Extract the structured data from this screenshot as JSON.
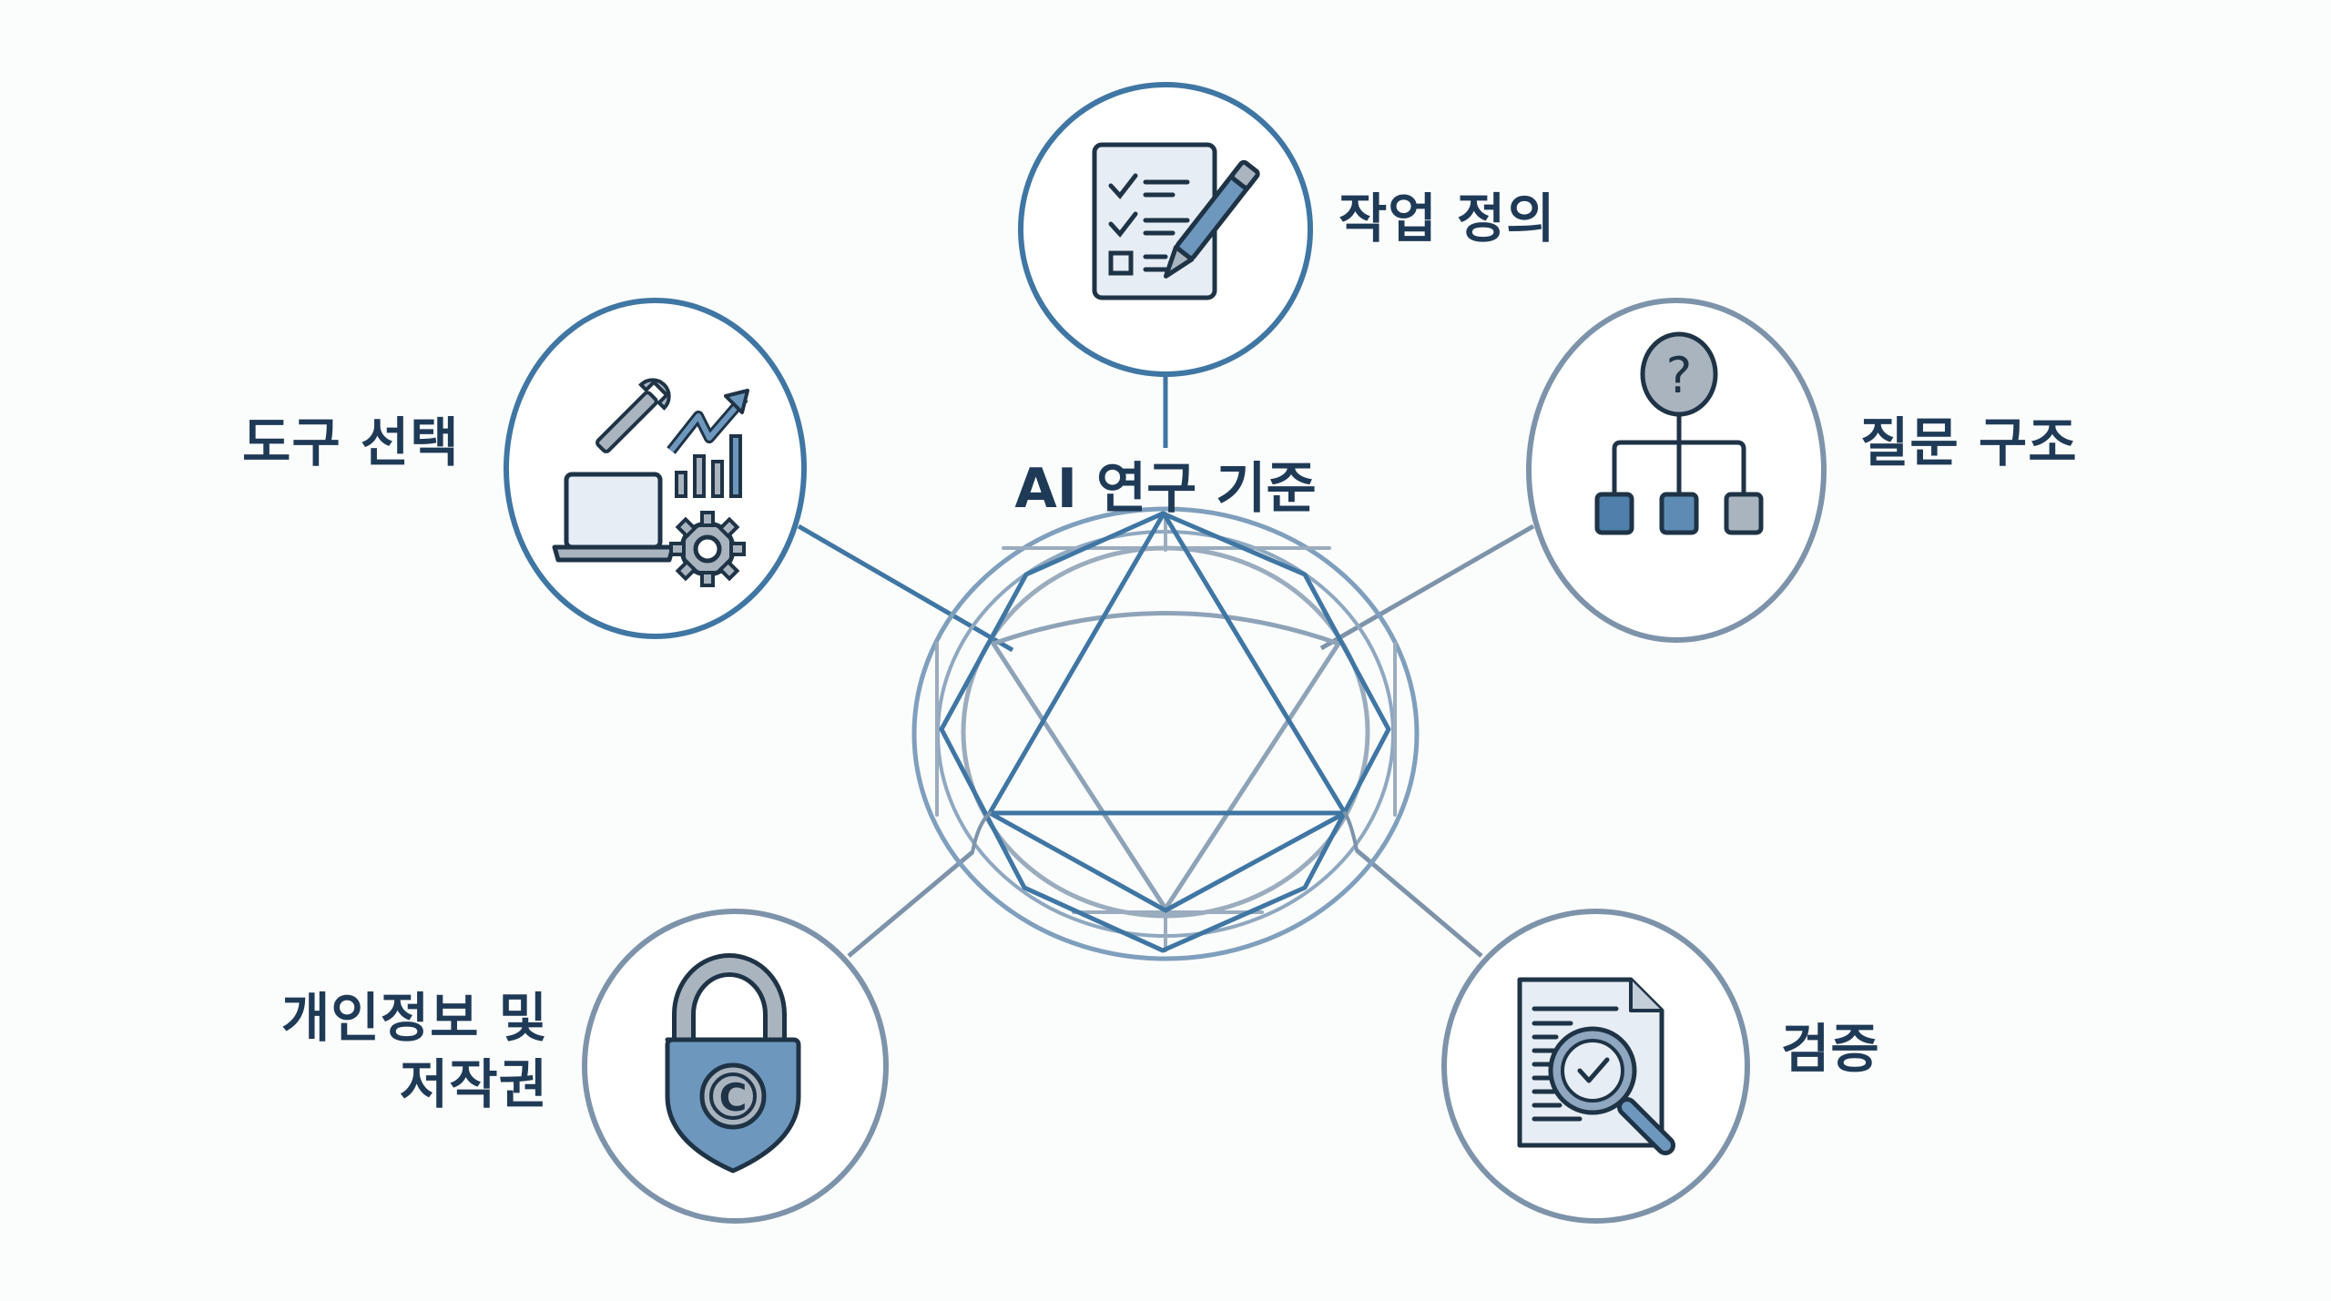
{
  "diagram": {
    "center_title": "AI 연구 기준",
    "colors": {
      "background": "#fbfcfc",
      "text": "#1e3a56",
      "primary_blue": "#3f76a3",
      "grey_blue": "#7d93aa",
      "icon_outline": "#1f3346",
      "icon_fill_light": "#e6edf4",
      "icon_fill_blue": "#6e97bd",
      "icon_fill_grey": "#aab4bf"
    },
    "nodes": [
      {
        "id": "task-definition",
        "label": "작업 정의",
        "icon": "checklist-pen-icon",
        "position": "top"
      },
      {
        "id": "tool-selection",
        "label": "도구 선택",
        "icon": "laptop-wrench-chart-gear-icon",
        "position": "upper-left"
      },
      {
        "id": "question-structure",
        "label": "질문 구조",
        "icon": "question-hierarchy-icon",
        "position": "upper-right"
      },
      {
        "id": "privacy-copyright",
        "label_line1": "개인정보 및",
        "label_line2": "저작권",
        "icon": "padlock-copyright-shield-icon",
        "position": "lower-left"
      },
      {
        "id": "verification",
        "label": "검증",
        "icon": "document-magnifier-check-icon",
        "position": "lower-right"
      }
    ]
  }
}
